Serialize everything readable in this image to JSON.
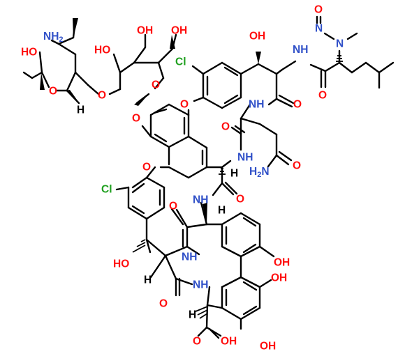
{
  "colors": {
    "oxygen": "#ff0d0d",
    "nitrogen": "#3050c8",
    "chlorine": "#1fa01f",
    "carbon": "#000000",
    "hydrogen": "#000000"
  },
  "labels": {
    "nitroso_o": "O",
    "nitroso_n": "N",
    "n_methyl": "N",
    "amino_sugar_nh2": "NH",
    "amino_sugar_nh2_sub": "2",
    "sugar_ho_1": "HO",
    "sugar_o_ring_1": "O",
    "sugar_h": "H",
    "glucose_oh_1": "OH",
    "glucose_oh_2": "OH",
    "glucose_ho": "HO",
    "glucose_o_ring": "O",
    "glycoside_o_1": "O",
    "glycoside_o_2": "O",
    "cl_top": "Cl",
    "cl_left": "Cl",
    "oh_benzylic_top": "OH",
    "nh_leu": "NH",
    "o_leu": "O",
    "ether_o_top": "O",
    "nh_ring_top": "NH",
    "o_amide_top": "O",
    "o_amide_asn": "O",
    "nh_asn": "NH",
    "h_alpha_1": "H",
    "asn_nh2": "H",
    "asn_nh2_n": "N",
    "asn_nh2_sub": "2",
    "asn_o": "O",
    "ether_o_left": "O",
    "o_amide_mid": "O",
    "nh_mid": "NH",
    "h_alpha_2": "H",
    "o_amide_low": "O",
    "nh_low": "NH",
    "ho_benzylic_low": "HO",
    "h_alpha_3": "H",
    "o_amide_bottom": "O",
    "nh_bottom": "NH",
    "h_alpha_4": "H",
    "phenol_oh_1": "OH",
    "phenol_oh_2": "OH",
    "phenol_oh_3": "OH",
    "cooh_oh": "OH",
    "cooh_o": "O"
  }
}
